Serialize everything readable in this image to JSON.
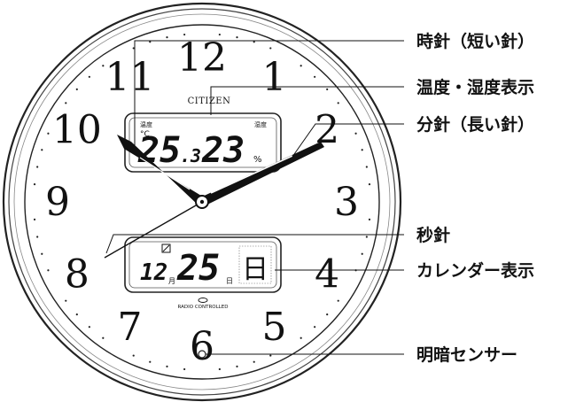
{
  "dial": {
    "brand": "CITIZEN",
    "radio_label": "RADIO CONTROLLED",
    "numerals": [
      "12",
      "1",
      "2",
      "3",
      "4",
      "5",
      "6",
      "7",
      "8",
      "9",
      "10",
      "11"
    ]
  },
  "upper_display": {
    "temp_label": "温度",
    "temp_unit": "°C",
    "temp_whole": "25",
    "temp_decimal": ".3",
    "humidity_label": "湿度",
    "humidity_value": "23",
    "humidity_unit": "%"
  },
  "lower_display": {
    "month": "12",
    "month_label": "月",
    "day": "25",
    "day_label": "日",
    "weekday_glyph": "日"
  },
  "callouts": {
    "hour_hand": "時針（短い針）",
    "temp_humidity": "温度・湿度表示",
    "minute_hand": "分針（長い針）",
    "second_hand": "秒針",
    "calendar": "カレンダー表示",
    "light_sensor": "明暗センサー"
  }
}
